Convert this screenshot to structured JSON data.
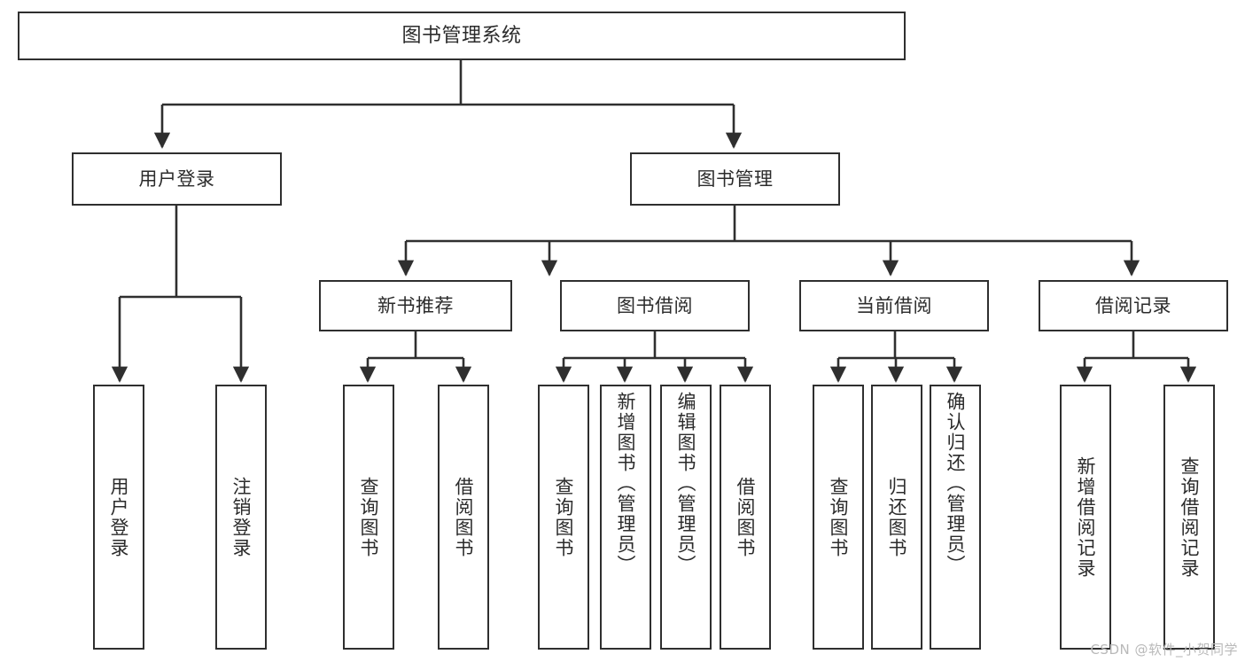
{
  "diagram": {
    "title": "图书管理系统",
    "watermark": "CSDN @软件_小贺同学",
    "colors": {
      "box_border": "#2f2f2f",
      "box_fill": "#ffffff",
      "edge": "#2f2f2f",
      "text": "#2b2b2b",
      "watermark": "#b9b9b9",
      "background": "#ffffff"
    },
    "nodes": {
      "root": "图书管理系统",
      "user_login": "用户登录",
      "book_manage": "图书管理",
      "user_login_children": [
        "用户登录",
        "注销登录"
      ],
      "new_book_recommend": "新书推荐",
      "new_book_recommend_children": [
        "查询图书",
        "借阅图书"
      ],
      "book_borrow": "图书借阅",
      "book_borrow_children": [
        "查询图书",
        "新增图书（管理员）",
        "编辑图书（管理员）",
        "借阅图书"
      ],
      "current_borrow": "当前借阅",
      "current_borrow_children": [
        "查询图书",
        "归还图书",
        "确认归还（管理员）"
      ],
      "borrow_record": "借阅记录",
      "borrow_record_children": [
        "新增借阅记录",
        "查询借阅记录"
      ]
    }
  }
}
